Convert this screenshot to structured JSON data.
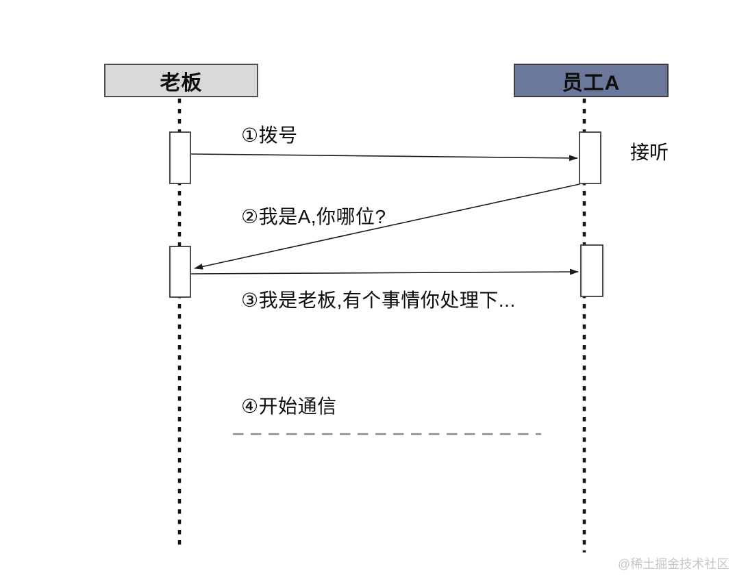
{
  "diagram": {
    "kind": "sequence-diagram",
    "actors": [
      {
        "label": "老板",
        "fill": "#d9d9d9"
      },
      {
        "label": "员工A",
        "fill": "#6b779b"
      }
    ],
    "messages": [
      {
        "label": "①拨号",
        "direction": "left-to-right"
      },
      {
        "label": "②我是A,你哪位?",
        "direction": "right-to-left"
      },
      {
        "label": "③我是老板,有个事情你处理下...",
        "direction": "left-to-right"
      },
      {
        "label": "④开始通信",
        "direction": "none",
        "line_style": "dashed"
      }
    ],
    "annotations": [
      {
        "label": "接听"
      }
    ],
    "colors": {
      "actor_left_fill": "#d9d9d9",
      "actor_right_fill": "#6b779b",
      "line": "#1c1c1c",
      "dashed_separator": "#8c8c8c",
      "watermark": "#c6c6c6"
    },
    "watermark": "@稀土掘金技术社区"
  }
}
